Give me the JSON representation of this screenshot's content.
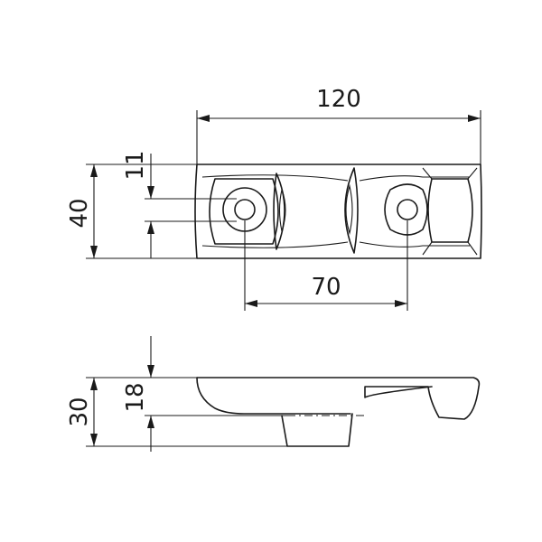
{
  "dimensions": {
    "overall_length": "120",
    "hole_spacing": "70",
    "width": "40",
    "hole_diameter": "11",
    "height": "30",
    "base_height": "18"
  }
}
